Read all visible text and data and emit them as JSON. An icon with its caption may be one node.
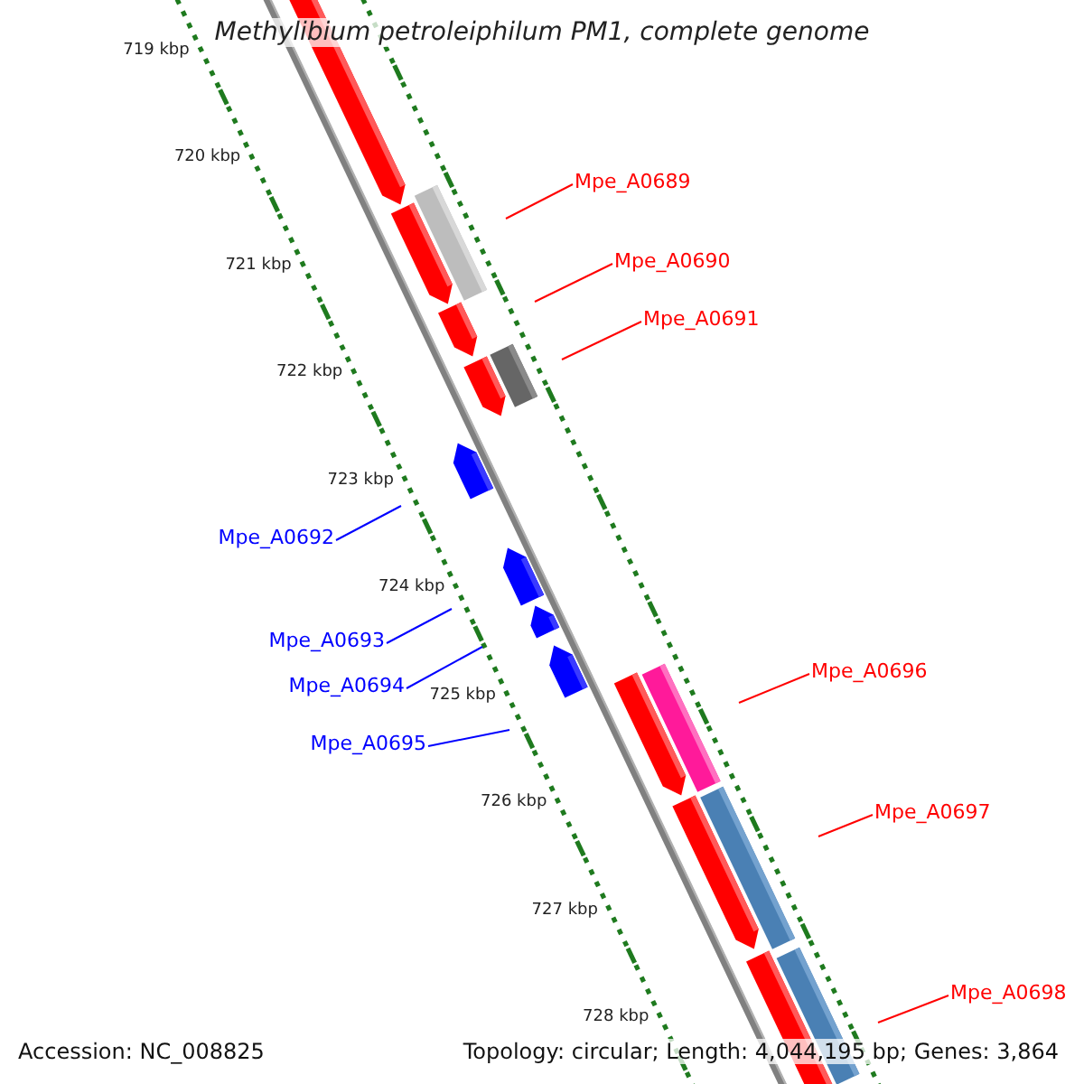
{
  "diagram": {
    "title": "Methylibium petroleiphilum PM1, complete genome",
    "nodes": [
      {
        "text": [
          "Mpe_A0689"
        ]
      },
      {
        "text": [
          "Mpe_A0690"
        ]
      },
      {
        "text": [
          "Mpe_A0691"
        ]
      },
      {
        "text": [
          "Mpe_A0692"
        ]
      },
      {
        "text": [
          "Mpe_A0693"
        ]
      },
      {
        "text": [
          "Mpe_A0694"
        ]
      },
      {
        "text": [
          "Mpe_A0695"
        ]
      },
      {
        "text": [
          "Mpe_A0696"
        ]
      },
      {
        "text": [
          "Mpe_A0697"
        ]
      },
      {
        "text": [
          "Mpe_A0698"
        ]
      }
    ],
    "edges": [
      {
        "from": 0,
        "to": null,
        "arrow": "none"
      },
      {
        "from": 1,
        "to": null,
        "arrow": "none"
      },
      {
        "from": 2,
        "to": null,
        "arrow": "none"
      },
      {
        "from": 3,
        "to": null,
        "arrow": "none",
        "color": "#0000ff"
      },
      {
        "from": 4,
        "to": null,
        "arrow": "none",
        "color": "#0000ff"
      },
      {
        "from": 5,
        "to": null,
        "arrow": "none",
        "color": "#0000ff"
      },
      {
        "from": 6,
        "to": null,
        "arrow": "none",
        "color": "#0000ff"
      },
      {
        "from": 7,
        "to": null,
        "arrow": "none"
      },
      {
        "from": 8,
        "to": null,
        "arrow": "none"
      },
      {
        "from": 9,
        "to": null,
        "arrow": "none"
      }
    ],
    "labels": [
      "719 kbp",
      "720 kbp",
      "721 kbp",
      "722 kbp",
      "723 kbp",
      "724 kbp",
      "725 kbp",
      "726 kbp",
      "727 kbp",
      "728 kbp",
      "Accession: NC_008825",
      "Topology: circular; Length: 4,044,195 bp; Genes: 3,864"
    ]
  }
}
